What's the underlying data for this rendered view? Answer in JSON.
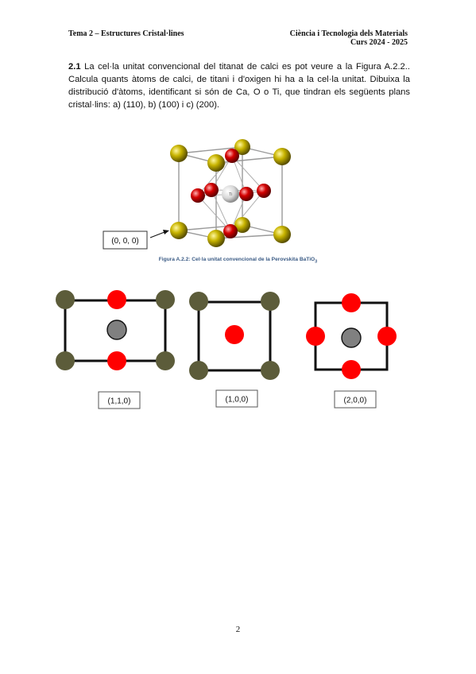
{
  "header": {
    "left": "Tema 2 – Estructures Cristal·lines",
    "right_line1": "Ciència i Tecnologia dels Materials",
    "right_line2": "Curs 2024 - 2025"
  },
  "problem": {
    "number": "2.1",
    "text": "La cel·la unitat convencional del titanat de calci es pot veure a la Figura A.2.2.. Calcula quants àtoms de calci, de titani i d'oxigen hi ha a la cel·la unitat. Dibuixa la distribució d'àtoms, identificant si són de Ca, O o Ti, que tindran els següents plans cristal·lins: a) (110), b) (100) i c) (200)."
  },
  "figure": {
    "origin_label": "(0, 0, 0)",
    "ti_label": "Ti",
    "caption_main": "Figura A.2.2: Cel·la unitat convencional de la Perovskita BaTiO",
    "caption_sub": "3"
  },
  "planes": [
    {
      "label": "(1,1,0)"
    },
    {
      "label": "(1,0,0)"
    },
    {
      "label": "(2,0,0)"
    }
  ],
  "colors": {
    "corner_atom": "#5c5c3a",
    "oxygen": "#ff0000",
    "titanium": "#808080",
    "calcium_3d": "#c8b400",
    "oxygen_3d": "#d40000"
  },
  "page_number": "2"
}
